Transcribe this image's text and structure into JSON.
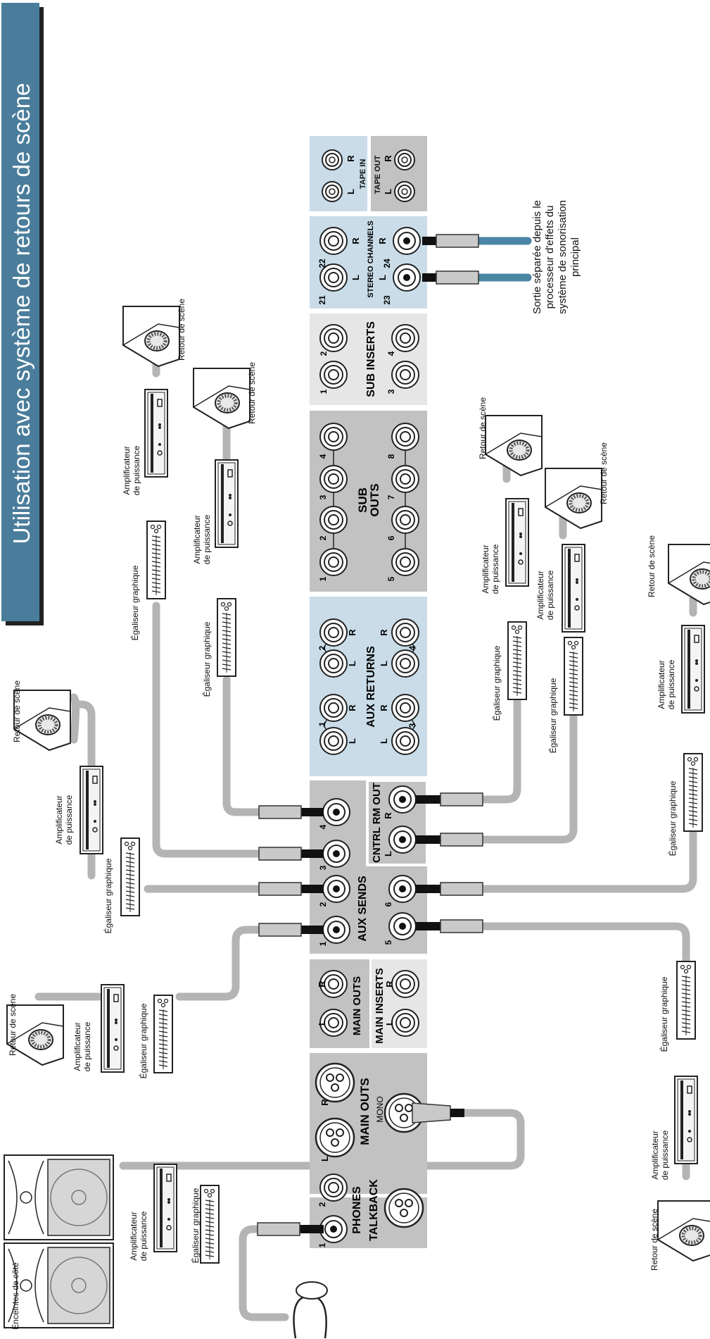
{
  "title": "Utilisation avec système de retours de scène",
  "colors": {
    "title_bg": "#4a7d9b",
    "panel_blue": "#c9dce8",
    "panel_gray": "#c2c2c2",
    "panel_light": "#e6e6e6",
    "cable": "#b4b4b4",
    "teal_cable": "#4b86a4"
  },
  "panel": {
    "tape_in": "TAPE IN",
    "tape_out": "TAPE OUT",
    "stereo_channels": "STEREO CHANNELS",
    "sub_inserts": "SUB INSERTS",
    "sub_outs_1": "SUB",
    "sub_outs_2": "OUTS",
    "aux_returns": "AUX RETURNS",
    "cntrl_rm_out": "CNTRL RM OUT",
    "aux_sends": "AUX SENDS",
    "main_outs": "MAIN OUTS",
    "main_inserts": "MAIN INSERTS",
    "main_outs_xlr": "MAIN OUTS",
    "mono": "MONO",
    "phones": "PHONES",
    "talkback": "TALKBACK",
    "l": "L",
    "r": "R",
    "n1": "1",
    "n2": "2",
    "n3": "3",
    "n4": "4",
    "n5": "5",
    "n6": "6",
    "n7": "7",
    "n8": "8",
    "n21": "21",
    "n22": "22",
    "n23": "23",
    "n24": "24"
  },
  "labels": {
    "retour": "Retour de scène",
    "ampli_1": "Amplificateur",
    "ampli_2": "de puissance",
    "egaliseur": "Égaliseur graphique",
    "enceintes": "Enceintes de côté"
  },
  "note": {
    "line1": "Sortie séparée depuis le",
    "line2": "processeur d'effets du",
    "line3": "système de sonorisation",
    "line4": "principal"
  }
}
